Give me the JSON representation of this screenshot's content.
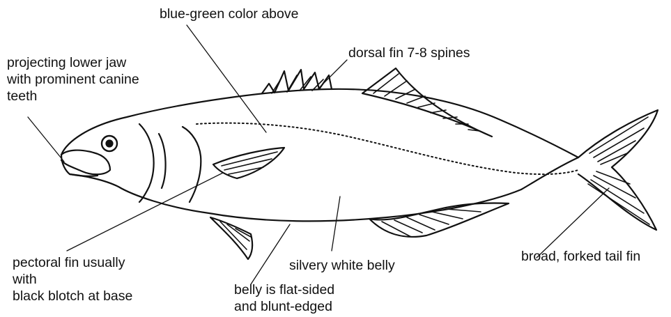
{
  "labels": {
    "color_above": "blue-green color above",
    "dorsal_fin": "dorsal fin 7-8 spines",
    "lower_jaw": [
      "projecting lower jaw",
      "with  prominent canine",
      "teeth"
    ],
    "pectoral_fin": [
      "pectoral fin usually",
      "with",
      "black blotch at base"
    ],
    "belly_color": "silvery white belly",
    "belly_shape": [
      "belly is flat-sided",
      "and blunt-edged"
    ],
    "tail_fin": "broad, forked tail fin"
  },
  "colors": {
    "ink": "#111111",
    "background": "#ffffff"
  }
}
